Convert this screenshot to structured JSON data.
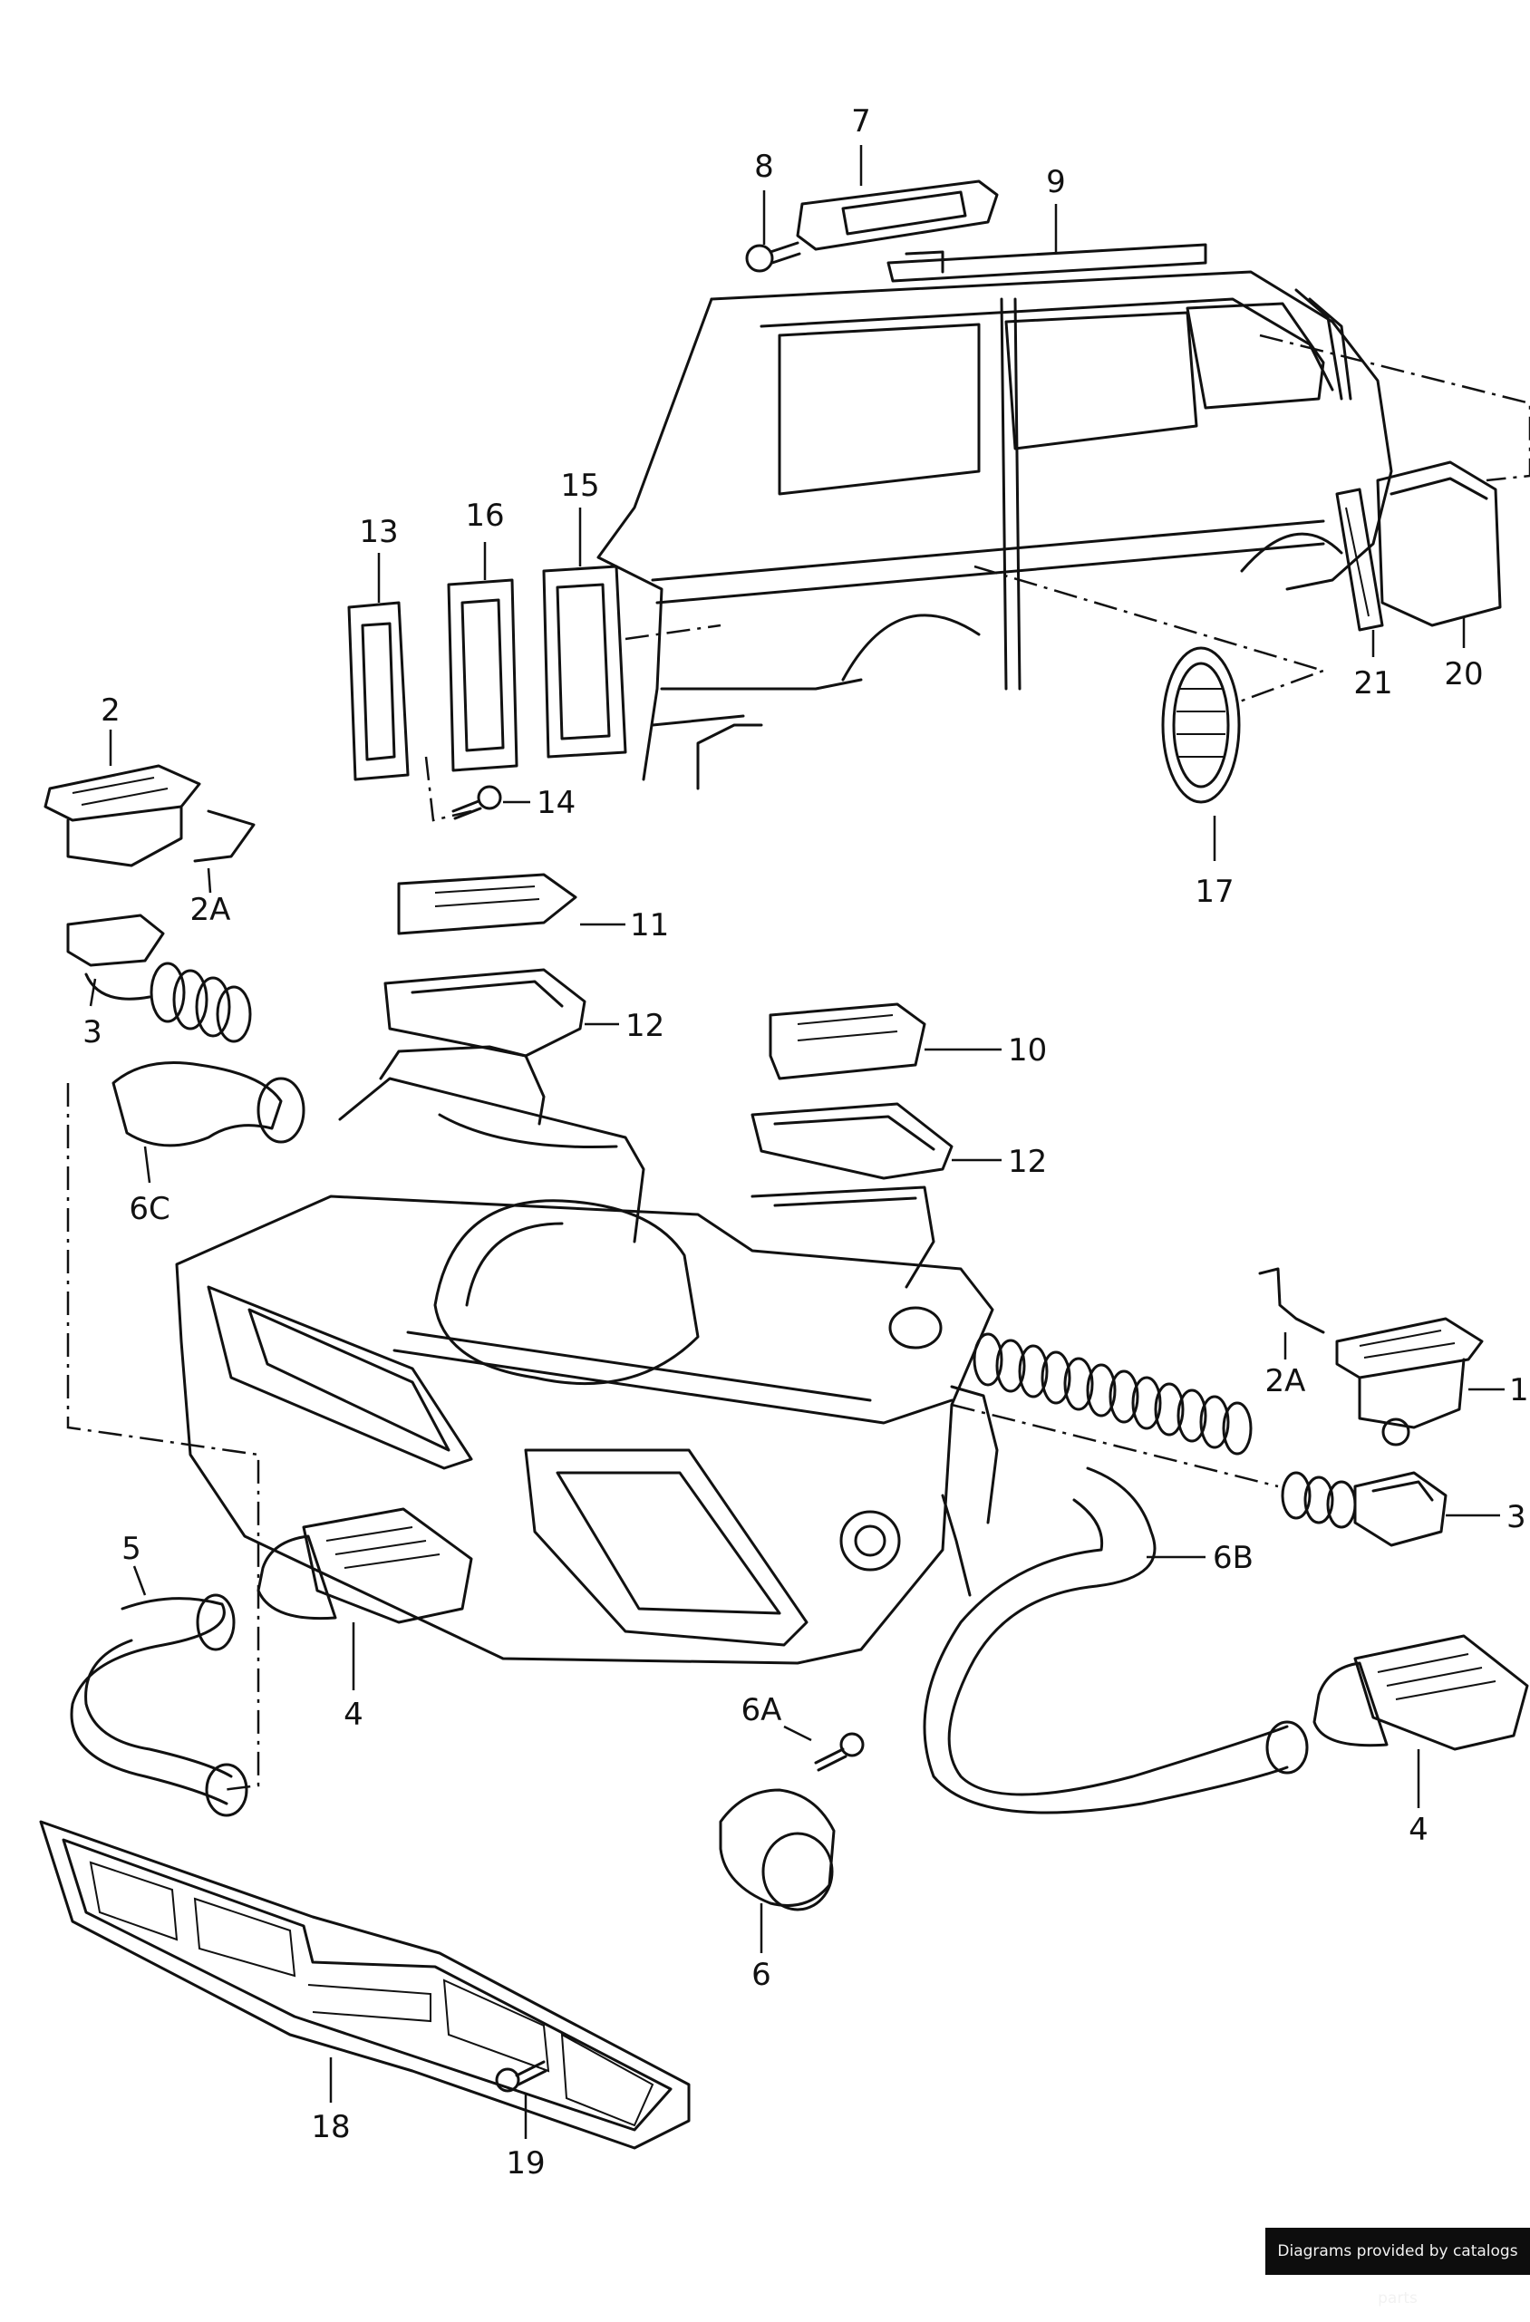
{
  "callouts": {
    "c1": "1",
    "c2": "2",
    "c2a_left": "2A",
    "c2a_right": "2A",
    "c3_left": "3",
    "c3_right": "3",
    "c4_left": "4",
    "c4_right": "4",
    "c5": "5",
    "c6": "6",
    "c6a": "6A",
    "c6b": "6B",
    "c6c": "6C",
    "c7": "7",
    "c8": "8",
    "c9": "9",
    "c10": "10",
    "c11": "11",
    "c12_upper": "12",
    "c12_lower": "12",
    "c13": "13",
    "c14": "14",
    "c15": "15",
    "c16": "16",
    "c17": "17",
    "c18": "18",
    "c19": "19",
    "c20": "20",
    "c21": "21"
  },
  "footer": {
    "credit": "Diagrams provided by catalogs parts"
  }
}
